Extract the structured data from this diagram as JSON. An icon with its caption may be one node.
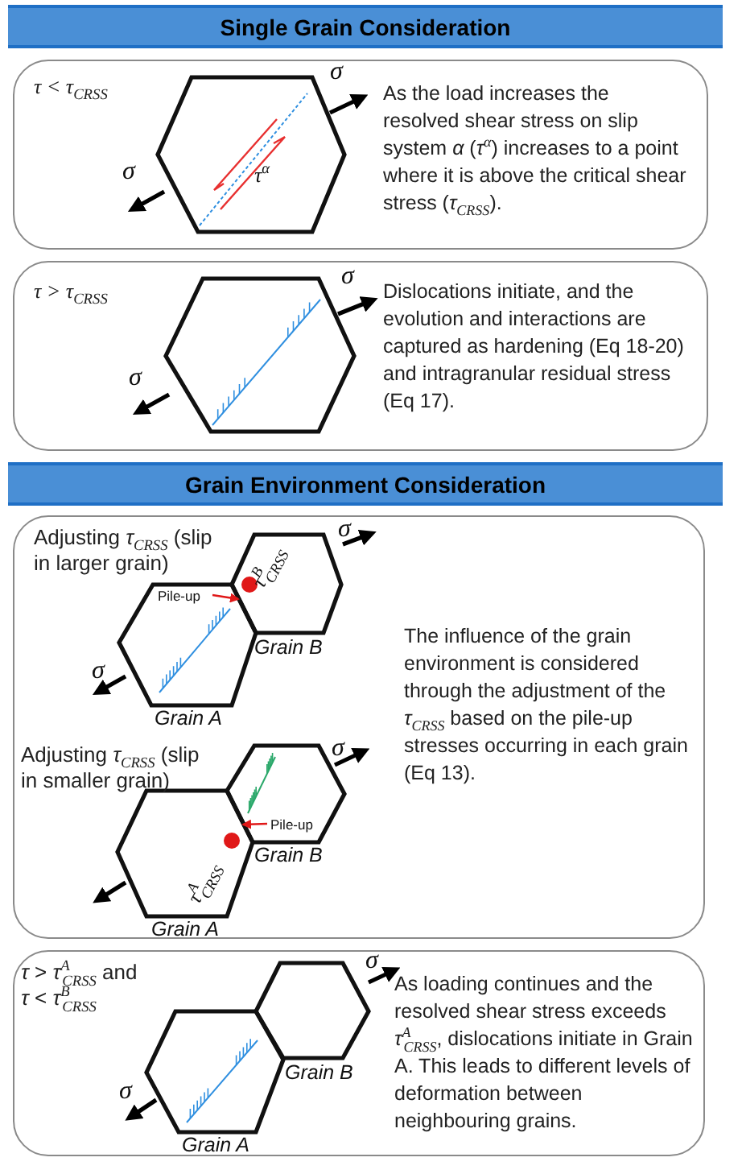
{
  "diagram": {
    "nodes": [
      {
        "text": [
          "Single Grain Consideration"
        ]
      },
      {
        "text": [
          "τ < τ$_{CRSS}$",
          "As the load increases the resolved shear stress on slip system *α* (*τ*$^{α}$) increases to a point where it is above the critical shear stress (*τ*$_{CRSS}$)."
        ]
      },
      {
        "text": [],
        "shape": "hexagon",
        "in": 1
      },
      {
        "text": [
          "τ > τ$_{CRSS}$",
          "Dislocations initiate, and the evolution and interactions are captured as hardening (Eq 18-20) and intragranular residual stress (Eq 17)."
        ]
      },
      {
        "text": [],
        "shape": "hexagon",
        "in": 3
      },
      {
        "text": [
          "Grain Environment Consideration"
        ]
      },
      {
        "text": [
          "Adjusting *τ*$_{CRSS}$ (slip in larger grain)",
          "Adjusting *τ*$_{CRSS}$ (slip in smaller grain)",
          "The influence of the grain environment is considered through the adjustment of the *τ*$_{CRSS}$ based on the pile-up stresses occurring in each grain (Eq 13)."
        ]
      },
      {
        "text": [],
        "shape": "hexagon",
        "in": 6,
        "beside": [
          "Grain B"
        ]
      },
      {
        "text": [],
        "shape": "hexagon",
        "in": 6,
        "beside": [
          "Grain A"
        ]
      },
      {
        "text": [
          "Pile-up"
        ],
        "in": 8
      },
      {
        "text": [],
        "shape": "hexagon",
        "in": 6,
        "beside": [
          "Grain B"
        ]
      },
      {
        "text": [
          "Pile-up"
        ],
        "in": 10
      },
      {
        "text": [],
        "shape": "hexagon",
        "in": 6,
        "beside": [
          "Grain A"
        ]
      },
      {
        "text": [
          "*τ* > *τ*$^{A}$$_{CRSS}$ and *τ* < *τ*$^{B}$$_{CRSS}$",
          "As loading continues and the resolved shear stress exceeds *τ*$^{A}$$_{CRSS}$, dislocations initiate in Grain A.  This leads to different levels of deformation between neighbouring grains."
        ]
      },
      {
        "text": [],
        "shape": "hexagon",
        "in": 13,
        "beside": [
          "Grain B"
        ]
      },
      {
        "text": [],
        "shape": "hexagon",
        "in": 13,
        "beside": [
          "Grain A"
        ]
      }
    ],
    "edges": [
      {
        "from": 9,
        "to": 8,
        "arrow": "to"
      },
      {
        "from": 11,
        "to": 10,
        "arrow": "to"
      }
    ],
    "labels": [
      "σ",
      "τ$^{α}$",
      "σ",
      "σ",
      "σ",
      "τ$^{B}$$_{CRSS}$",
      "σ",
      "σ",
      "σ",
      "τ$^{A}$$_{CRSS}$",
      "σ",
      "σ"
    ]
  }
}
